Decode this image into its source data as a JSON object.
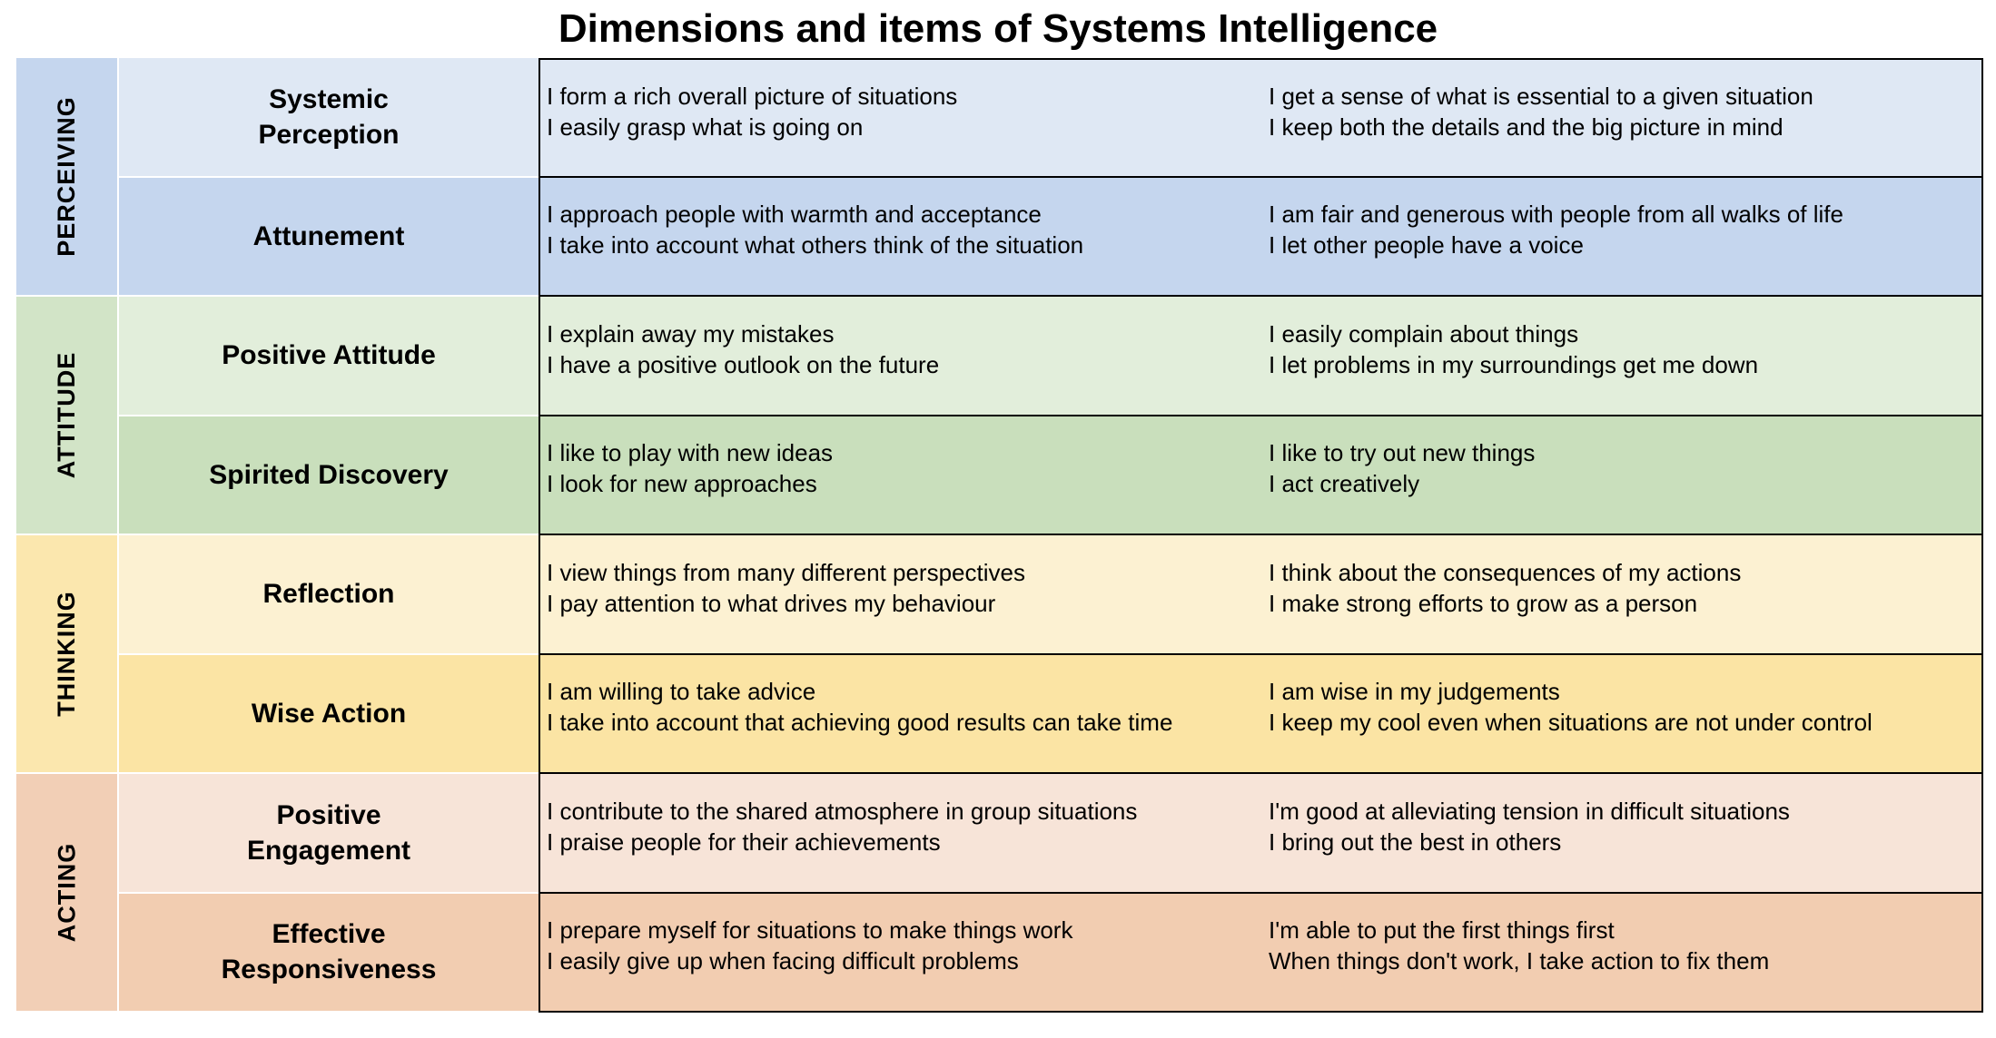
{
  "title": "Dimensions and items of Systems Intelligence",
  "colors": {
    "perceiving_group": "#c5d6ee",
    "perceiving_light": "#dfe8f4",
    "perceiving_dark": "#c5d6ee",
    "attitude_group": "#d2e4c7",
    "attitude_light": "#e2eedb",
    "attitude_dark": "#c9dfbc",
    "thinking_group": "#fbe7ae",
    "thinking_light": "#fcf1d2",
    "thinking_dark": "#fbe4a4",
    "acting_group": "#f2cfb6",
    "acting_light": "#f7e4d8",
    "acting_dark": "#f2cdb1"
  },
  "groups": [
    {
      "name": "PERCEIVING",
      "dimensions": [
        {
          "name": "Systemic\nPerception",
          "items_left": [
            "I form a rich overall picture of situations",
            "I easily grasp what is going on"
          ],
          "items_right": [
            "I get a sense of what is essential to a given situation",
            "I keep both the details and the big picture in mind"
          ]
        },
        {
          "name": "Attunement",
          "items_left": [
            "I approach people with warmth and acceptance",
            "I take into account what others think of the situation"
          ],
          "items_right": [
            "I am fair and generous with people from all walks of life",
            "I let other people have a voice"
          ]
        }
      ]
    },
    {
      "name": "ATTITUDE",
      "dimensions": [
        {
          "name": "Positive Attitude",
          "items_left": [
            "I explain away my mistakes",
            "I have a positive outlook on the future"
          ],
          "items_right": [
            "I easily complain about things",
            "I let problems in my surroundings get me down"
          ]
        },
        {
          "name": "Spirited Discovery",
          "items_left": [
            "I like to play with new ideas",
            "I look for new approaches"
          ],
          "items_right": [
            "I like to try out new things",
            "I act creatively"
          ]
        }
      ]
    },
    {
      "name": "THINKING",
      "dimensions": [
        {
          "name": "Reflection",
          "items_left": [
            "I view things from many different perspectives",
            "I pay attention to what drives my behaviour"
          ],
          "items_right": [
            "I think about the consequences of my actions",
            "I make strong efforts to grow as a person"
          ]
        },
        {
          "name": "Wise Action",
          "items_left": [
            "I am willing to take advice",
            "I take into account that achieving good results can take time"
          ],
          "items_right": [
            "I am wise in my judgements",
            "I keep my cool even when situations are not under control"
          ]
        }
      ]
    },
    {
      "name": "ACTING",
      "dimensions": [
        {
          "name": "Positive\nEngagement",
          "items_left": [
            "I contribute to the shared atmosphere in group situations",
            "I praise people for their achievements"
          ],
          "items_right": [
            "I'm good at alleviating tension in difficult situations",
            "I bring out the best in others"
          ]
        },
        {
          "name": "Effective\nResponsiveness",
          "items_left": [
            "I prepare myself for situations to make things work",
            "I easily give up when facing difficult problems"
          ],
          "items_right": [
            "I'm able to put the first things first",
            "When things don't work, I take action to fix them"
          ]
        }
      ]
    }
  ]
}
